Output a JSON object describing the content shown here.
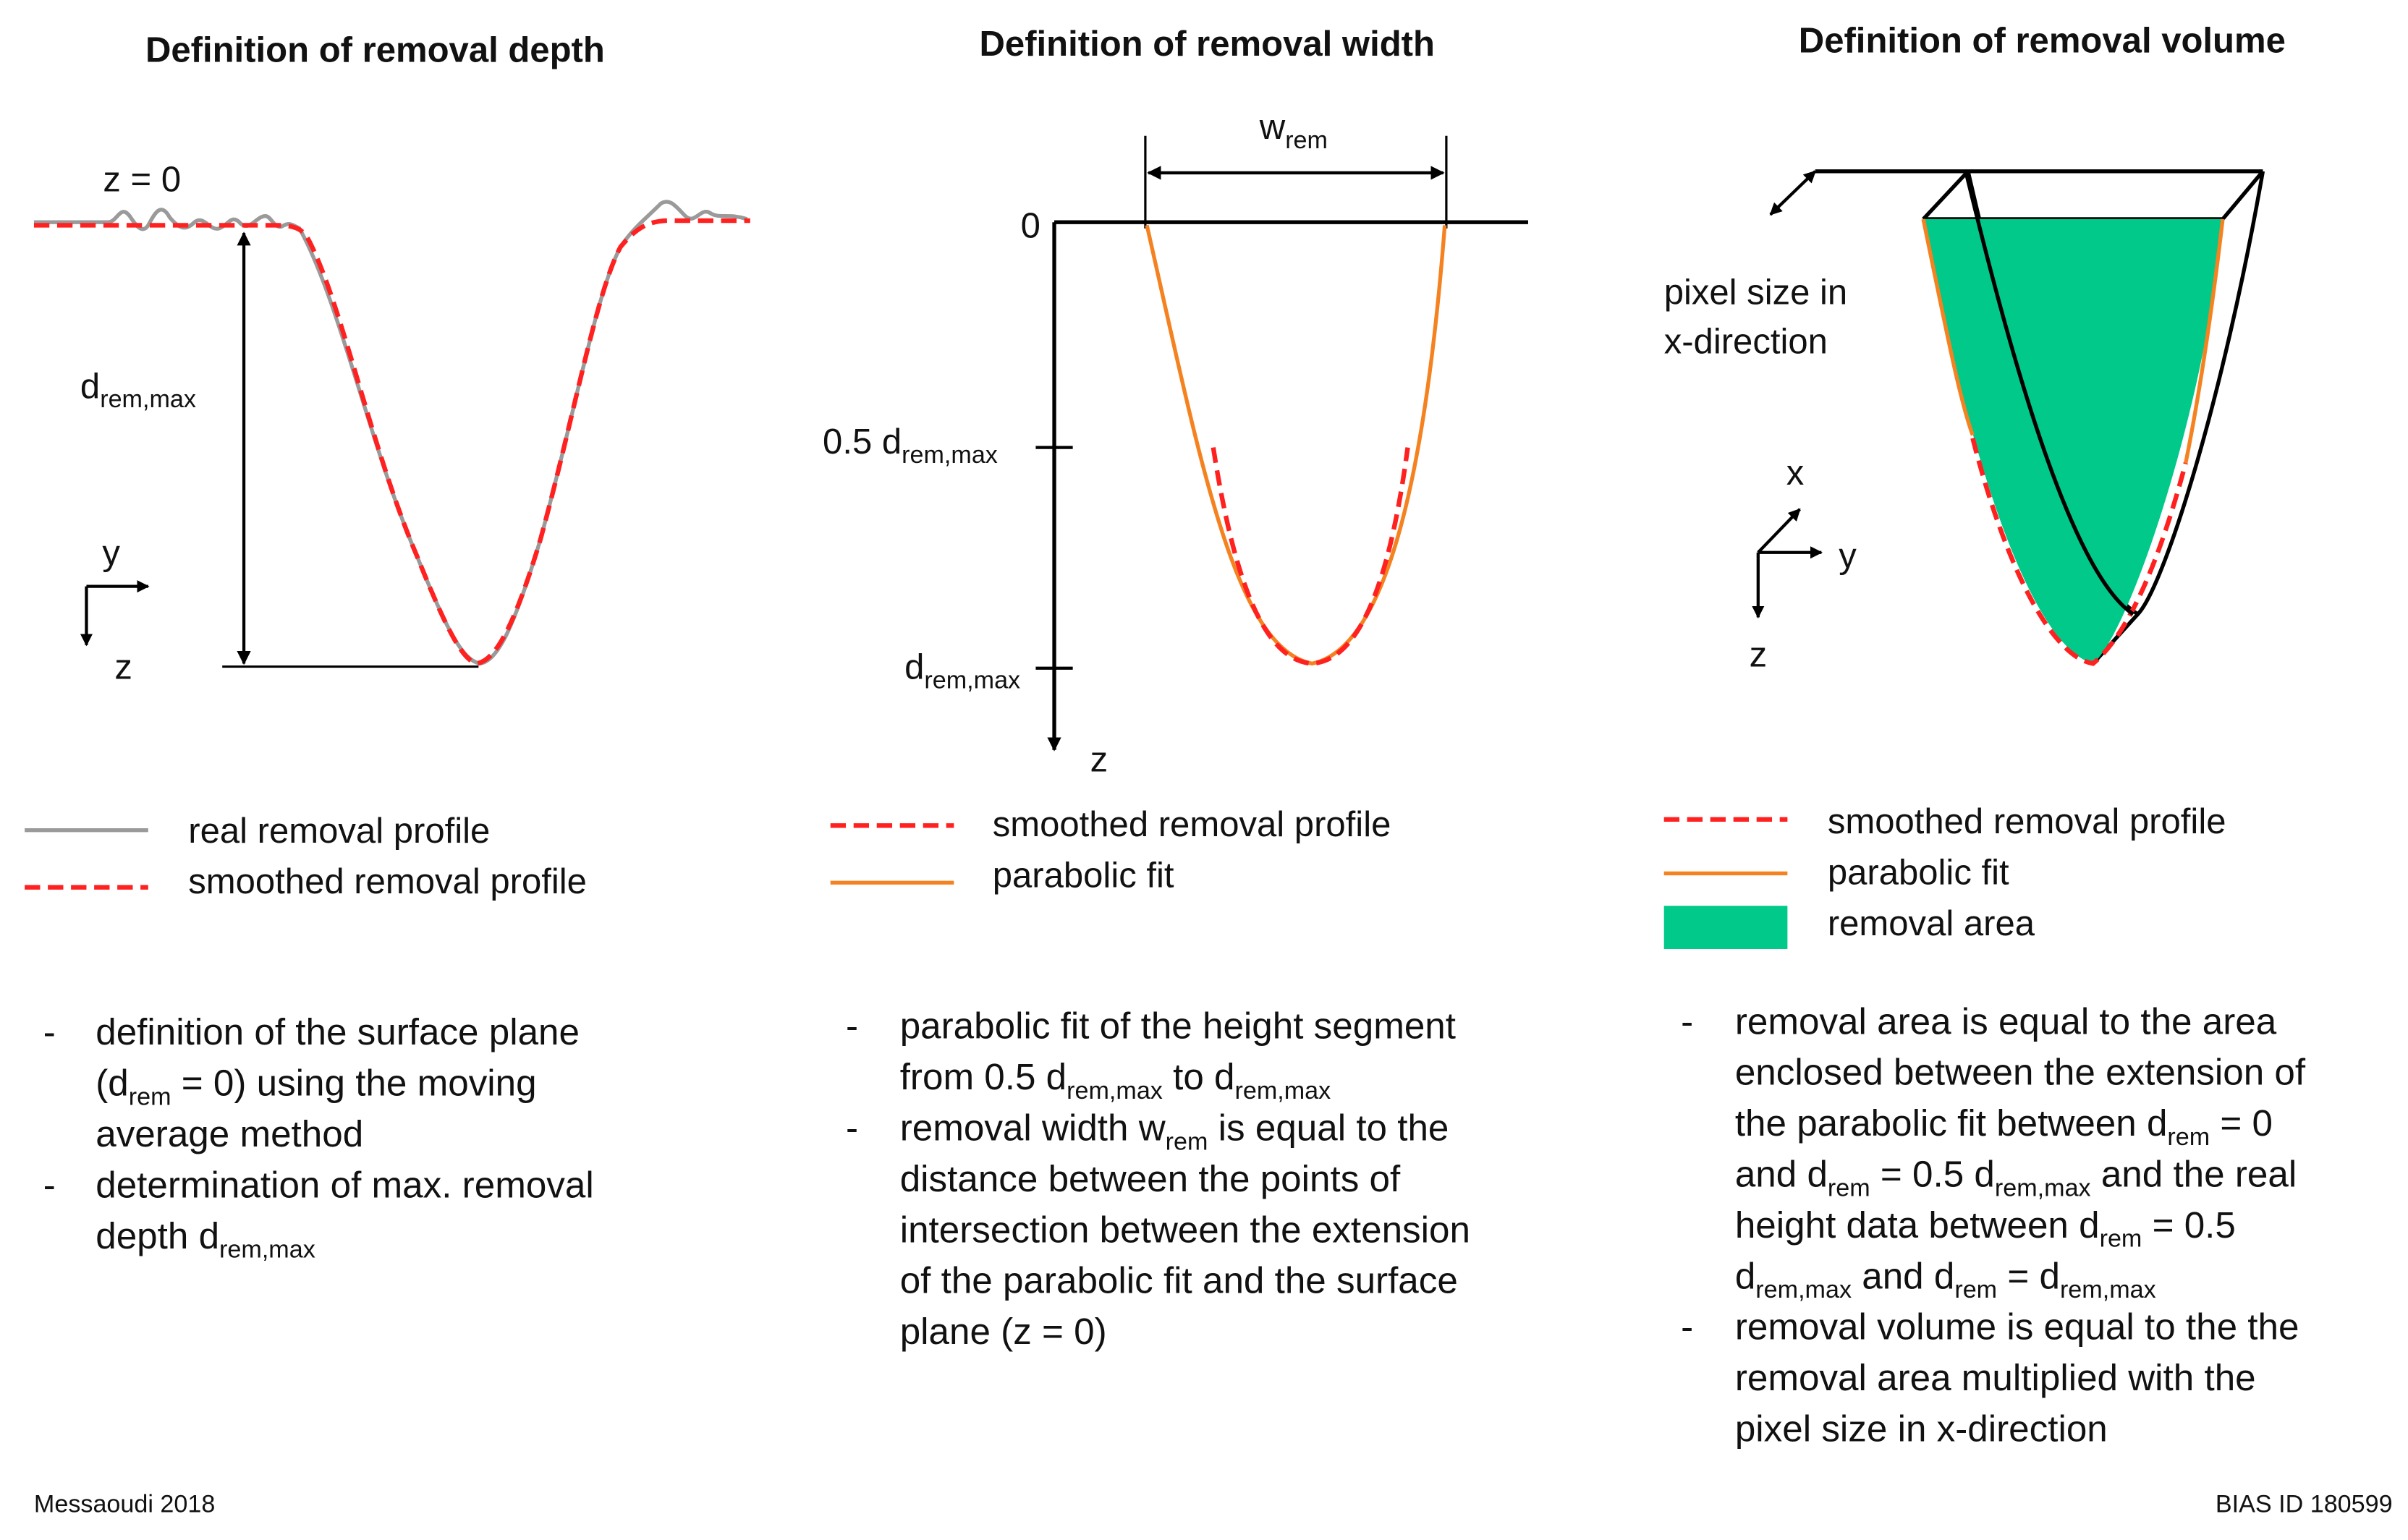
{
  "panels": [
    {
      "title": "Definition of removal depth",
      "labels": {
        "z0": "z = 0",
        "d_base": "d",
        "d_sub": "rem,max",
        "axis_y": "y",
        "axis_z": "z"
      },
      "legend": [
        {
          "text": "real removal profile",
          "style": "solid",
          "color": "#9a9a9a"
        },
        {
          "text": "smoothed removal profile",
          "style": "dashed",
          "color": "#ff2020"
        }
      ],
      "bullets": [
        {
          "dash": "-",
          "lines": [
            [
              {
                "t": "definition of the surface plane"
              }
            ],
            [
              {
                "t": "(d"
              },
              {
                "s": "rem"
              },
              {
                "t": " = 0) using the moving"
              }
            ],
            [
              {
                "t": "average method"
              }
            ]
          ]
        },
        {
          "dash": "-",
          "lines": [
            [
              {
                "t": "determination of max. removal"
              }
            ],
            [
              {
                "t": "depth d"
              },
              {
                "s": "rem,max"
              }
            ]
          ]
        }
      ]
    },
    {
      "title": "Definition of removal width",
      "labels": {
        "w_base": "w",
        "w_sub": "rem",
        "zero": "0",
        "half_base": "0.5 d",
        "half_sub": "rem,max",
        "d_base": "d",
        "d_sub": "rem,max",
        "axis_z": "z"
      },
      "legend": [
        {
          "text": "smoothed removal profile",
          "style": "dashed",
          "color": "#ff2020"
        },
        {
          "text": "parabolic fit",
          "style": "solid",
          "color": "#f58220"
        }
      ],
      "bullets": [
        {
          "dash": "-",
          "lines": [
            [
              {
                "t": "parabolic fit of the height segment"
              }
            ],
            [
              {
                "t": "from 0.5 d"
              },
              {
                "s": "rem,max"
              },
              {
                "t": " to d"
              },
              {
                "s": "rem,max"
              }
            ]
          ]
        },
        {
          "dash": "-",
          "lines": [
            [
              {
                "t": "removal width w"
              },
              {
                "s": "rem"
              },
              {
                "t": " is equal to the"
              }
            ],
            [
              {
                "t": "distance between the points of"
              }
            ],
            [
              {
                "t": "intersection between the extension"
              }
            ],
            [
              {
                "t": "of the parabolic fit and the surface"
              }
            ],
            [
              {
                "t": "plane (z = 0)"
              }
            ]
          ]
        }
      ]
    },
    {
      "title": "Definition of removal volume",
      "labels": {
        "pixel_line1": "pixel size in",
        "pixel_line2": "x-direction",
        "axis_x": "x",
        "axis_y": "y",
        "axis_z": "z"
      },
      "legend": [
        {
          "text": "smoothed removal profile",
          "style": "dashed",
          "color": "#ff2020"
        },
        {
          "text": "parabolic fit",
          "style": "solid",
          "color": "#f58220"
        },
        {
          "text": "removal area",
          "style": "fill",
          "color": "#00c98a"
        }
      ],
      "bullets": [
        {
          "dash": "-",
          "lines": [
            [
              {
                "t": "removal area is equal to the area"
              }
            ],
            [
              {
                "t": "enclosed between the extension of"
              }
            ],
            [
              {
                "t": "the parabolic fit between d"
              },
              {
                "s": "rem"
              },
              {
                "t": " = 0"
              }
            ],
            [
              {
                "t": "and d"
              },
              {
                "s": "rem"
              },
              {
                "t": " = 0.5 d"
              },
              {
                "s": "rem,max"
              },
              {
                "t": " and the real"
              }
            ],
            [
              {
                "t": "height data between d"
              },
              {
                "s": "rem"
              },
              {
                "t": " = 0.5"
              }
            ],
            [
              {
                "t": "d"
              },
              {
                "s": "rem,max"
              },
              {
                "t": " and d"
              },
              {
                "s": "rem"
              },
              {
                "t": " = d"
              },
              {
                "s": "rem,max"
              }
            ]
          ]
        },
        {
          "dash": "-",
          "lines": [
            [
              {
                "t": "removal volume is equal to the the"
              }
            ],
            [
              {
                "t": "removal area multiplied with the"
              }
            ],
            [
              {
                "t": "pixel size in x-direction"
              }
            ]
          ]
        }
      ]
    }
  ],
  "footer": {
    "left": "Messaoudi 2018",
    "right": "BIAS ID 180599"
  },
  "colors": {
    "real": "#9a9a9a",
    "smoothed": "#ff2020",
    "fit": "#f58220",
    "area": "#00c98a",
    "line": "#000000"
  }
}
